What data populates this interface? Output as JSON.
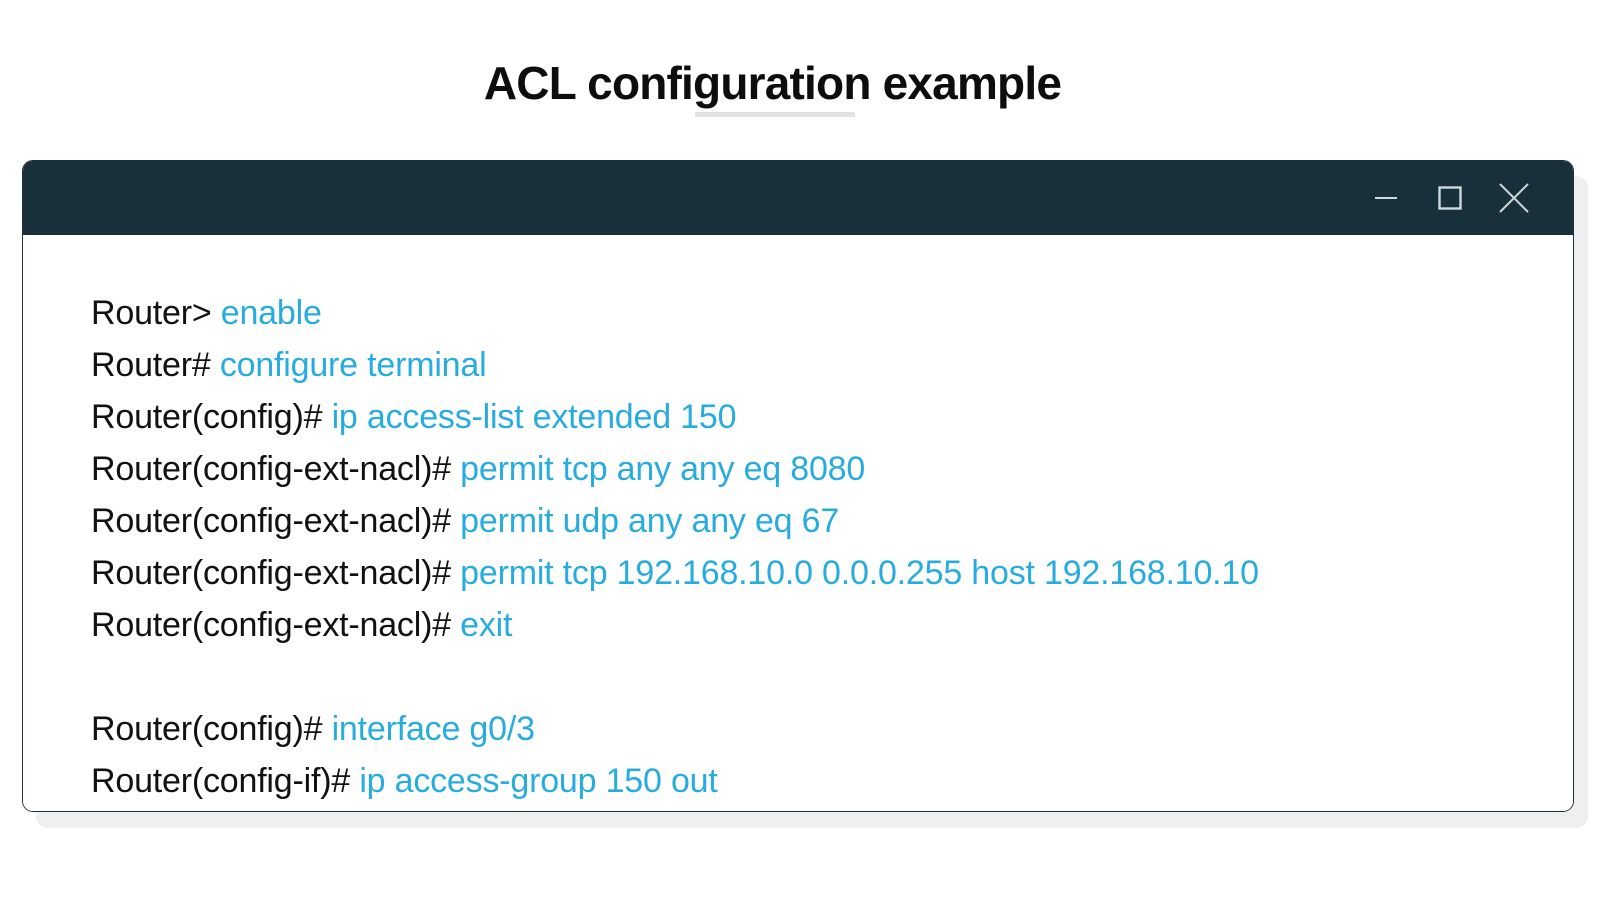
{
  "heading": {
    "title": "ACL configuration example"
  },
  "window": {
    "titlebar": {
      "buttons": [
        {
          "name": "minimize-button",
          "icon": "minimize-icon",
          "label": "Minimize"
        },
        {
          "name": "maximize-button",
          "icon": "maximize-icon",
          "label": "Maximize"
        },
        {
          "name": "close-button",
          "icon": "close-icon",
          "label": "Close"
        }
      ]
    },
    "terminal": {
      "lines": [
        {
          "prompt": "Router> ",
          "command": "enable"
        },
        {
          "prompt": "Router# ",
          "command": "configure terminal"
        },
        {
          "prompt": "Router(config)# ",
          "command": "ip access-list extended 150"
        },
        {
          "prompt": "Router(config-ext-nacl)# ",
          "command": "permit tcp any any eq 8080"
        },
        {
          "prompt": "Router(config-ext-nacl)# ",
          "command": "permit udp any any eq 67"
        },
        {
          "prompt": "Router(config-ext-nacl)# ",
          "command": "permit tcp 192.168.10.0 0.0.0.255 host 192.168.10.10"
        },
        {
          "prompt": "Router(config-ext-nacl)# ",
          "command": "exit"
        },
        {
          "prompt": "",
          "command": ""
        },
        {
          "prompt": "Router(config)# ",
          "command": "interface g0/3"
        },
        {
          "prompt": "Router(config-if)# ",
          "command": "ip access-group 150 out"
        }
      ]
    }
  },
  "colors": {
    "titlebar_background": "#17303a",
    "command_text": "#28ace0",
    "prompt_text": "#111111",
    "page_background": "#ffffff",
    "divider": "#e2e2e2",
    "window_shadow": "#efeff0"
  }
}
